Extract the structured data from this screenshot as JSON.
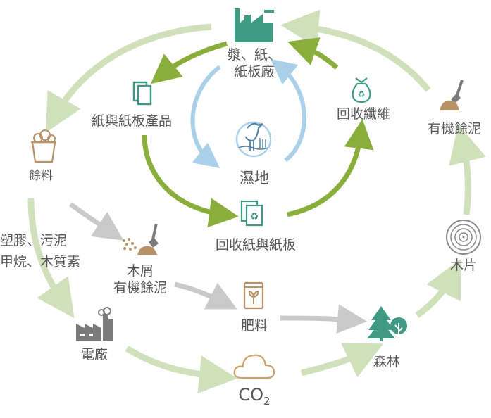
{
  "nodes": {
    "mill": "漿、紙、\n紙板廠",
    "paper_products": "紙與紙板產品",
    "recycled_fiber": "回收纖維",
    "organic_sludge_top": "有機餘泥",
    "wetland": "濕地",
    "recycled_paper": "回收紙與紙板",
    "residue": "餘料",
    "residue_outputs": "塑膠、污泥\n甲烷、木質素",
    "wood_waste": "木屑\n有機餘泥",
    "wood_chips": "木片",
    "fertilizer": "肥料",
    "forest": "森林",
    "power_plant": "電廠",
    "co2_main": "CO",
    "co2_sub": "2"
  },
  "colors": {
    "dark_green": "#8aae3b",
    "light_green": "#cfe0bb",
    "blue": "#a9cfe9",
    "gray": "#c9c9c9",
    "teal_icon": "#3f9a83",
    "brown_icon": "#b89267",
    "gray_icon": "#7a7a7a"
  },
  "icons": {
    "mill": "factory-icon",
    "paper_products": "paper-stack-icon",
    "recycled_fiber": "recycle-bag-icon",
    "organic_sludge_top": "shovel-pile-icon",
    "wetland": "heron-icon",
    "recycled_paper": "recycle-documents-icon",
    "residue": "bucket-icon",
    "wood_waste": "sawdust-icon",
    "wood_chips": "log-rings-icon",
    "fertilizer": "seed-bag-icon",
    "forest": "trees-icon",
    "power_plant": "power-plant-icon",
    "co2": "cloud-icon"
  }
}
